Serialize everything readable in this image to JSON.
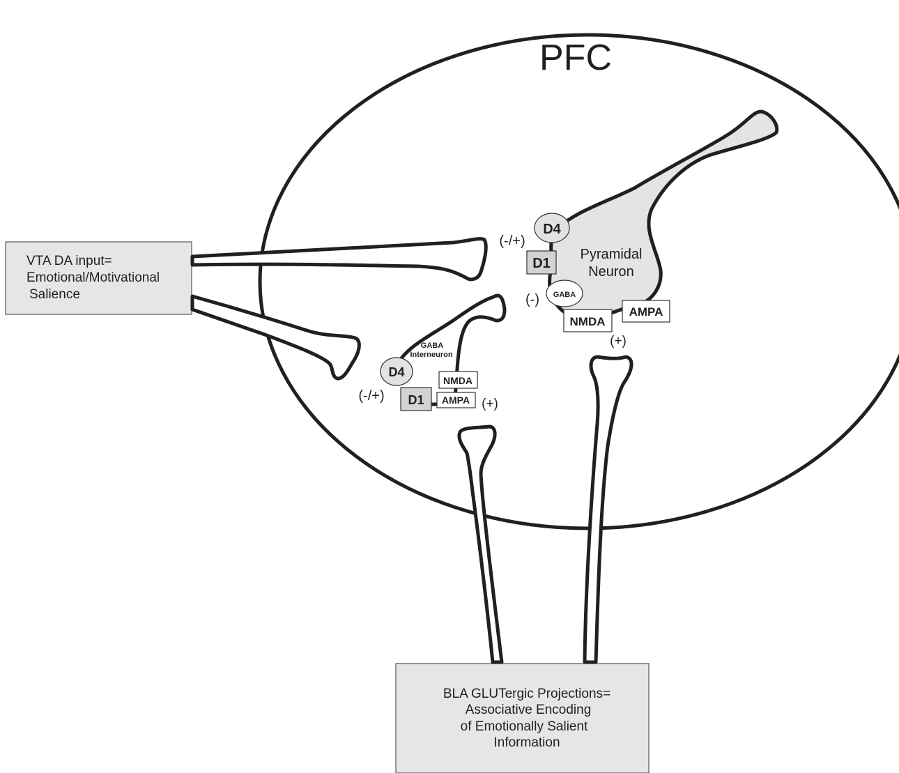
{
  "title": "PFC",
  "vta_box": {
    "line1": "VTA DA input=",
    "line2": "Emotional/Motivational",
    "line3": "Salience"
  },
  "bla_box": {
    "line1": "BLA GLUTergic Projections=",
    "line2": "Associative Encoding",
    "line3": "of Emotionally Salient",
    "line4": "Information"
  },
  "pyramidal": {
    "line1": "Pyramidal",
    "line2": "Neuron",
    "d4": "D4",
    "d1": "D1",
    "gaba": "GABA",
    "nmda": "NMDA",
    "ampa": "AMPA"
  },
  "interneuron": {
    "line1": "GABA",
    "line2": "Interneuron",
    "d4": "D4",
    "d1": "D1",
    "nmda": "NMDA",
    "ampa": "AMPA"
  },
  "signs": {
    "pyr_da": "(-/+)",
    "pyr_gaba": "(-)",
    "pyr_glu": "(+)",
    "int_da": "(-/+)",
    "int_glu": "(+)"
  }
}
